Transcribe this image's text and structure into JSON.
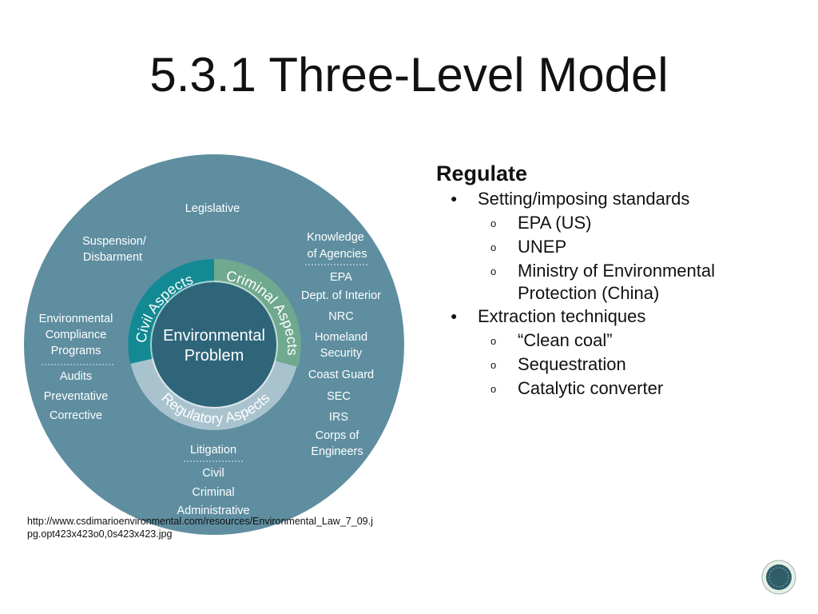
{
  "slide": {
    "title": "5.3.1 Three-Level Model",
    "source_line1": "http://www.csdimarioenvironmental.com/resources/Environmental_Law_7_09.j",
    "source_line2": "pg.opt423x423o0,0s423x423.jpg"
  },
  "diagram": {
    "center": [
      "Environmental",
      "Problem"
    ],
    "ring": {
      "civil": "Civil Aspects",
      "criminal": "Criminal Aspects",
      "regulatory": "Regulatory Aspects"
    },
    "outer_top": [
      "Legislative"
    ],
    "outer_left_upper": [
      "Suspension/",
      "Disbarment"
    ],
    "outer_left": [
      "Environmental",
      "Compliance",
      "Programs"
    ],
    "outer_left_lower": [
      "Audits",
      "Preventative",
      "Corrective"
    ],
    "outer_right_header": [
      "Knowledge",
      "of Agencies"
    ],
    "outer_right": [
      "EPA",
      "Dept. of Interior",
      "NRC",
      "Homeland",
      "Security",
      "Coast Guard",
      "SEC",
      "IRS",
      "Corps of",
      "Engineers"
    ],
    "outer_bottom_header": "Litigation",
    "outer_bottom": [
      "Civil",
      "Criminal",
      "Administrative"
    ],
    "colors": {
      "outer": "#5e8ea0",
      "teal": "#138a93",
      "green": "#6fa98f",
      "light": "#a9c3ce",
      "center": "#2e6579"
    }
  },
  "content": {
    "heading": "Regulate",
    "items": [
      {
        "label": "Setting/imposing standards",
        "children": [
          "EPA (US)",
          "UNEP",
          "Ministry of Environmental",
          "Protection (China)"
        ]
      },
      {
        "label": "Extraction techniques",
        "children": [
          "“Clean coal”",
          "Sequestration",
          "Catalytic converter"
        ]
      }
    ],
    "bullet_l1": "●",
    "bullet_l2": "o"
  },
  "nav": {
    "icon": "nav-circle-icon"
  }
}
